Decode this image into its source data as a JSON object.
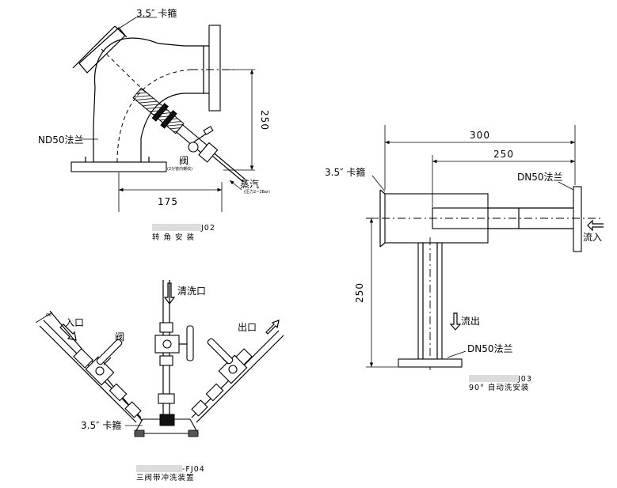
{
  "j02": {
    "label_clamp": "3.5″ 卡箍",
    "label_flange": "ND50法兰",
    "label_valve": "阀",
    "label_valve_note": "(2分管内螺纹)",
    "label_steam": "蒸汽",
    "label_steam_note": "(压力2~3Bar)",
    "dim_height": "250",
    "dim_width": "175",
    "code": "J02",
    "caption": "转 角 安 装"
  },
  "j03": {
    "label_clamp": "3.5″ 卡箍",
    "label_flange_top": "DN50法兰",
    "label_flange_bottom": "DN50法兰",
    "label_inflow": "流入",
    "label_outflow": "流出",
    "dim_total": "300",
    "dim_inner": "250",
    "dim_height": "250",
    "code": "J03",
    "caption": "90° 自动洗安装"
  },
  "fj04": {
    "label_clean": "清洗口",
    "label_in": "入口",
    "label_out": "出口",
    "label_valve": "阀",
    "label_clamp": "3.5″ 卡箍",
    "label_pipe": "Ø6",
    "code": "-FJ04",
    "caption": "三阀带冲洗装置"
  }
}
